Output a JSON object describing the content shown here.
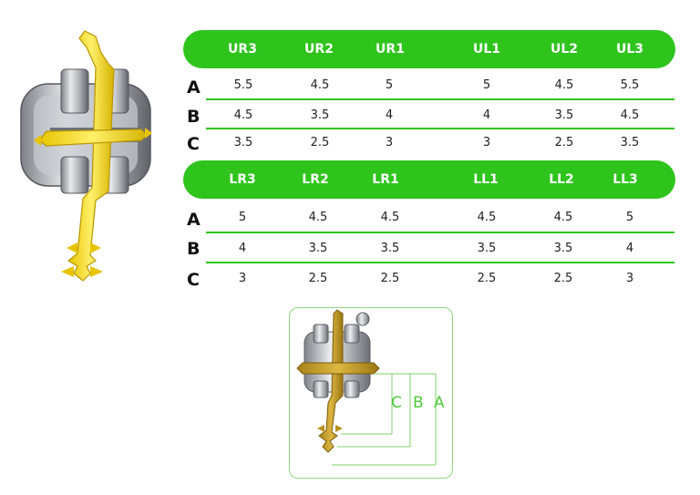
{
  "upper": {
    "headers": [
      "UR3",
      "UR2",
      "UR1",
      "UL1",
      "UL2",
      "UL3"
    ],
    "rows": [
      {
        "label": "A",
        "values": [
          "5.5",
          "4.5",
          "5",
          "5",
          "4.5",
          "5.5"
        ]
      },
      {
        "label": "B",
        "values": [
          "4.5",
          "3.5",
          "4",
          "4",
          "3.5",
          "4.5"
        ]
      },
      {
        "label": "C",
        "values": [
          "3.5",
          "2.5",
          "3",
          "3",
          "2.5",
          "3.5"
        ]
      }
    ]
  },
  "lower": {
    "headers": [
      "LR3",
      "LR2",
      "LR1",
      "LL1",
      "LL2",
      "LL3"
    ],
    "rows": [
      {
        "label": "A",
        "values": [
          "5",
          "4.5",
          "4.5",
          "4.5",
          "4.5",
          "5"
        ]
      },
      {
        "label": "B",
        "values": [
          "4",
          "3.5",
          "3.5",
          "3.5",
          "3.5",
          "4"
        ]
      },
      {
        "label": "C",
        "values": [
          "3",
          "2.5",
          "2.5",
          "2.5",
          "2.5",
          "3"
        ]
      }
    ]
  },
  "diagram": {
    "labels": [
      "C",
      "B",
      "A"
    ]
  },
  "colors": {
    "accent": "#2ec41c",
    "gauge_yellow": "#f2d91c",
    "gauge_gold": "#c9a227",
    "metal": "#b9bcc0"
  }
}
